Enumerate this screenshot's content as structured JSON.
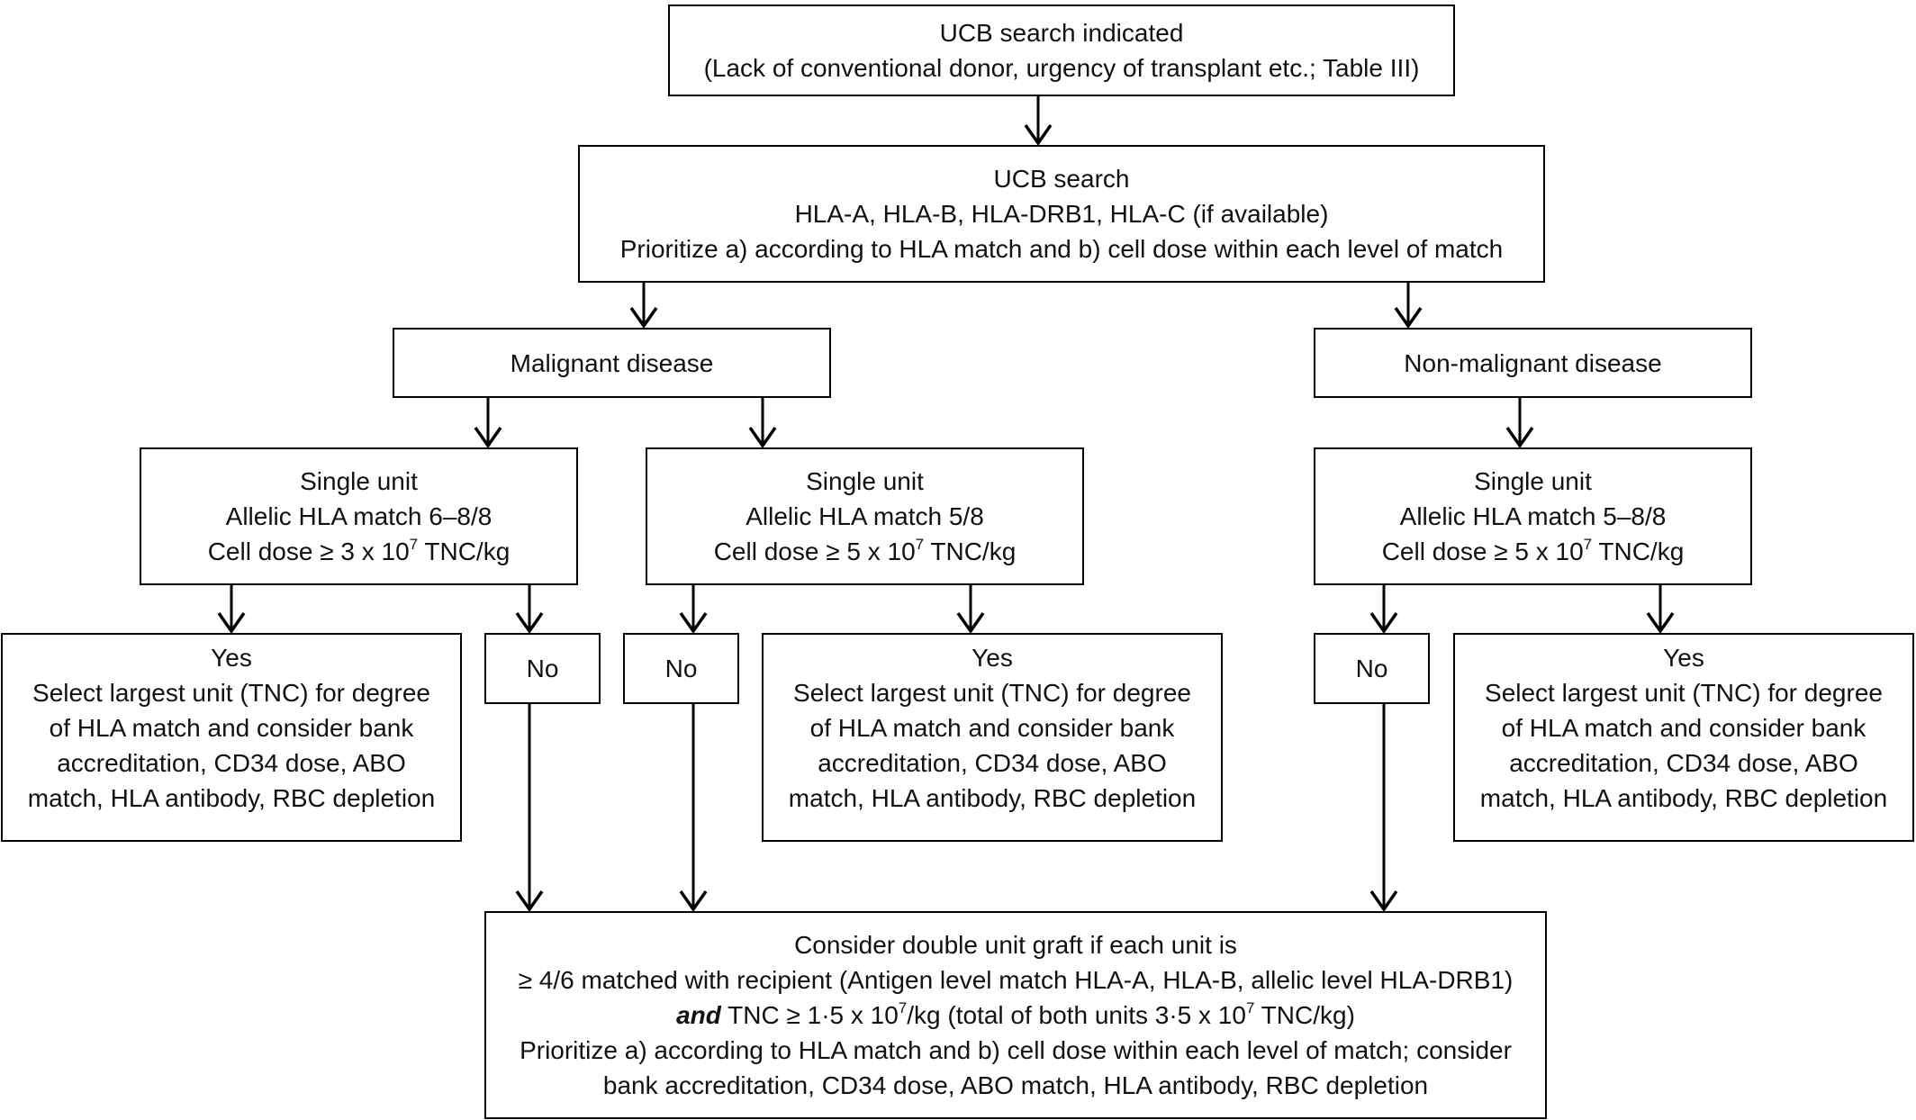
{
  "diagram": {
    "nodes": {
      "ucb_search_indicated": {
        "lines": [
          "UCB search indicated",
          "(Lack of conventional donor, urgency of transplant etc.; Table III)"
        ]
      },
      "ucb_search": {
        "lines": [
          "UCB search",
          "HLA-A, HLA-B, HLA-DRB1, HLA-C (if available)",
          "Prioritize a) according to HLA match and b) cell dose within each level of match"
        ]
      },
      "malignant": {
        "lines": [
          "Malignant disease"
        ]
      },
      "non_malignant": {
        "lines": [
          "Non-malignant disease"
        ]
      },
      "single_unit_a": {
        "title": "Single unit",
        "match": "Allelic HLA match 6–8/8",
        "dose_pre": "Cell dose ≥ 3 x 10",
        "dose_exp": "7",
        "dose_post": " TNC/kg"
      },
      "single_unit_b": {
        "title": "Single unit",
        "match": "Allelic HLA match 5/8",
        "dose_pre": "Cell dose ≥ 5 x 10",
        "dose_exp": "7",
        "dose_post": " TNC/kg"
      },
      "single_unit_c": {
        "title": "Single unit",
        "match": "Allelic HLA match 5–8/8",
        "dose_pre": "Cell dose ≥ 5 x 10",
        "dose_exp": "7",
        "dose_post": " TNC/kg"
      },
      "yes_a": {
        "lines": [
          "Yes",
          "Select largest unit (TNC) for degree",
          "of HLA match and consider bank",
          "accreditation, CD34 dose, ABO",
          "match, HLA antibody, RBC depletion"
        ]
      },
      "no_a": {
        "lines": [
          "No"
        ]
      },
      "no_b": {
        "lines": [
          "No"
        ]
      },
      "yes_b": {
        "lines": [
          "Yes",
          "Select largest unit (TNC) for degree",
          "of HLA match and consider bank",
          "accreditation, CD34 dose, ABO",
          "match, HLA antibody, RBC depletion"
        ]
      },
      "no_c": {
        "lines": [
          "No"
        ]
      },
      "yes_c": {
        "lines": [
          "Yes",
          "Select largest unit (TNC) for degree",
          "of HLA match and consider bank",
          "accreditation, CD34 dose, ABO",
          "match, HLA antibody, RBC depletion"
        ]
      },
      "double_unit": {
        "line1": "Consider double unit graft if each unit is",
        "line2": "≥ 4/6 matched with recipient (Antigen level match HLA-A, HLA-B, allelic level HLA-DRB1)",
        "line3_and": "and",
        "line3_a": " TNC ≥ 1·5 x 10",
        "line3_exp1": "7",
        "line3_b": "/kg (total of both units 3·5 x 10",
        "line3_exp2": "7",
        "line3_c": " TNC/kg)",
        "line4": "Prioritize a) according to HLA match and b) cell dose within each level of match; consider",
        "line5": "bank accreditation, CD34 dose, ABO match, HLA antibody, RBC depletion"
      }
    }
  }
}
